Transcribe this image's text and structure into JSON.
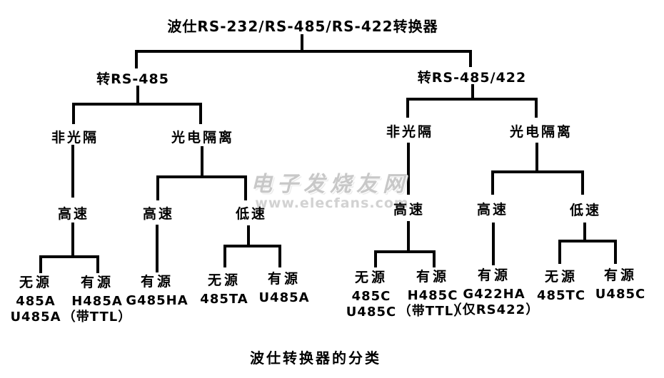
{
  "title": "波仕RS-232/RS-485/RS-422转换器",
  "caption": "波仕转换器的分类",
  "watermark": {
    "site_name": "电子发烧友网",
    "site_url": "www.elecfans.com"
  },
  "colors": {
    "background": "#ffffff",
    "line": "#000000",
    "text": "#000000",
    "watermark": "#c8c8c8"
  },
  "tree": {
    "left_branch": {
      "label": "转RS-485",
      "non_isolated": {
        "label": "非光隔",
        "high_speed": {
          "label": "高速",
          "passive": {
            "label": "无源",
            "models": [
              "485A",
              "U485A"
            ]
          },
          "active": {
            "label": "有源",
            "models": [
              "H485A",
              "（带TTL）"
            ]
          }
        }
      },
      "isolated": {
        "label": "光电隔离",
        "high_speed": {
          "label": "高速",
          "active": {
            "label": "有源",
            "models": [
              "G485HA"
            ]
          }
        },
        "low_speed": {
          "label": "低速",
          "passive": {
            "label": "无源",
            "models": [
              "485TA"
            ]
          },
          "active": {
            "label": "有源",
            "models": [
              "U485A"
            ]
          }
        }
      }
    },
    "right_branch": {
      "label": "转RS-485/422",
      "non_isolated": {
        "label": "非光隔",
        "high_speed": {
          "label": "高速",
          "passive": {
            "label": "无源",
            "models": [
              "485C",
              "U485C"
            ]
          },
          "active": {
            "label": "有源",
            "models": [
              "H485C",
              "（带TTL）"
            ]
          }
        }
      },
      "isolated": {
        "label": "光电隔离",
        "high_speed": {
          "label": "高速",
          "active": {
            "label": "有源",
            "models": [
              "G422HA",
              "（仅RS422）"
            ]
          }
        },
        "low_speed": {
          "label": "低速",
          "passive": {
            "label": "无源",
            "models": [
              "485TC"
            ]
          },
          "active": {
            "label": "有源",
            "models": [
              "U485C"
            ]
          }
        }
      }
    }
  }
}
